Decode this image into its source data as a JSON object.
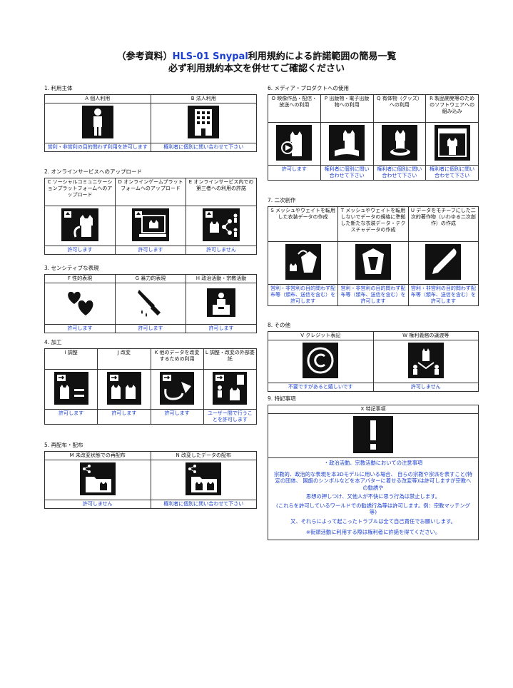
{
  "title": {
    "pre": "（参考資料）",
    "brand": "HLS-01 Snypal",
    "post": "利用規約による許諾範囲の簡易一覧",
    "line2": "必ず利用規約本文を併せてご確認ください"
  },
  "s1": {
    "head": "1. 利用主体",
    "cells": [
      {
        "label": "A 個人利用",
        "status": "営利・非営利の目的問わず利用を許可します",
        "icon": "person-icon"
      },
      {
        "label": "B 法人利用",
        "status": "権利者に個別に問い合わせて下さい",
        "icon": "building-icon"
      }
    ]
  },
  "s2": {
    "head": "2. オンラインサービスへのアップロード",
    "cells": [
      {
        "label": "C ソーシャルコミュニケーションプラットフォームへのアップロード",
        "status": "許可します",
        "icon": "upload-cat-icon"
      },
      {
        "label": "D オンラインゲームプラットフォームへのアップロード",
        "status": "許可します",
        "icon": "monitor-cat-icon"
      },
      {
        "label": "E オンラインサービス内での第三者への利用の許諾",
        "status": "許可しません",
        "icon": "share-people-icon"
      }
    ]
  },
  "s3": {
    "head": "3. センシティブな表現",
    "cells": [
      {
        "label": "F 性的表現",
        "status": "許可します",
        "icon": "hearts-icon"
      },
      {
        "label": "G 暴力的表現",
        "status": "許可します",
        "icon": "knife-icon"
      },
      {
        "label": "H 政治活動・宗教活動",
        "status": "許可します",
        "icon": "podium-icon"
      }
    ]
  },
  "s4": {
    "head": "4. 加工",
    "cells": [
      {
        "label": "I 調整",
        "status": "許可します",
        "icon": "adjust-icon"
      },
      {
        "label": "J 改変",
        "status": "許可します",
        "icon": "modify-icon"
      },
      {
        "label": "K 他のデータを改変するための利用",
        "status": "許可します",
        "icon": "reuse-icon"
      },
      {
        "label": "L 調整・改変の外部委託",
        "status": "ユーザー間で行うことを許可します",
        "icon": "outsource-icon"
      }
    ]
  },
  "s5": {
    "head": "5. 再配布・配布",
    "cells": [
      {
        "label": "M 未改変状態での再配布",
        "status": "許可しません",
        "icon": "share-folder-icon"
      },
      {
        "label": "N 改変したデータの配布",
        "status": "権利者に個別に問い合わせて下さい",
        "icon": "share-modified-icon"
      }
    ]
  },
  "s6": {
    "head": "6. メディア・プロダクトへの使用",
    "cells": [
      {
        "label": "O 映像作品・配信・放送への利用",
        "status": "許可します",
        "icon": "video-cat-icon"
      },
      {
        "label": "P 出版物・電子出版物への利用",
        "status": "権利者に個別に問い合わせて下さい",
        "icon": "book-cat-icon"
      },
      {
        "label": "Q 有体物（グッズ）への利用",
        "status": "権利者に個別に問い合わせて下さい",
        "icon": "goods-cat-icon"
      },
      {
        "label": "R 製品開発等のためのソフトウェアへの組み込み",
        "status": "権利者に個別に問い合わせて下さい",
        "icon": "window-cat-icon"
      }
    ]
  },
  "s7": {
    "head": "7. 二次創作",
    "cells": [
      {
        "label": "S メッシュやウェイトを転用した衣装データの作成",
        "status": "営利・非営利の目的問わず配布等（頒布、送信を含む）を許可します",
        "icon": "mesh-clothes-icon"
      },
      {
        "label": "T メッシュやウェイトを転用しないでデータの規格に準拠した新たな衣装データ・テクスチャデータの作成",
        "status": "営利・非営利の目的問わず配布等（頒布、送信を含む）を許可します",
        "icon": "new-clothes-icon"
      },
      {
        "label": "U データをモチーフにした二次的著作物（いわゆる二次創作）の作成",
        "status": "営利・非営利の目的問わず配布等（頒布、送信を含む）を許可します",
        "icon": "pen-icon"
      }
    ]
  },
  "s8": {
    "head": "8. その他",
    "cells": [
      {
        "label": "V クレジット表記",
        "status": "不要ですがあると嬉しいです",
        "icon": "copyright-icon"
      },
      {
        "label": "W 権利義務の譲渡等",
        "status": "許可しません",
        "icon": "transfer-icon"
      }
    ]
  },
  "s9": {
    "head": "9. 特記事項",
    "label": "X 特記事項",
    "icon": "exclamation-icon",
    "lines": [
      "・政治活動、宗教活動においての注意事項",
      "宗教的、政治的な表現を本3Dモデルに用いる場合、 自らの宗教や宗派を表すこと(特定の団体、 国旗のシンボルなどを本アバターに着せる改変等)は許可しますが宗教への勧誘や",
      "思想の押しつけ、又他人が不快に思う行為は禁止します。",
      "(これらを許可しているワールドでの勧誘行為等は許可します。例：宗教マッチング等)",
      "又、それらによって起こったトラブルは全て自己責任でお願いします。",
      "※街頭活動に利用する際は権利者に許諾を得てください。"
    ]
  }
}
